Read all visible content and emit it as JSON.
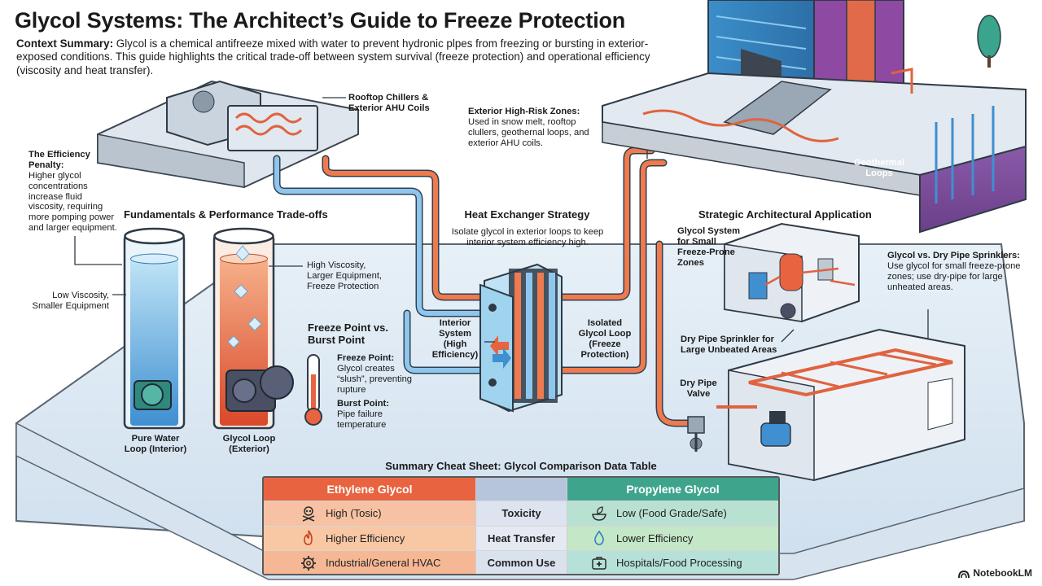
{
  "header": {
    "title": "Glycol Systems: The Architect’s Guide to Freeze Protection",
    "summary_lead": "Context Summary:",
    "summary_text": " Glycol is a chemical antifreeze mixed with water to prevent hydronic plpes from freezing or bursting in exterior-exposed conditions. This guide highlights the critical trade-off between system survival (freeze protection) and operational efficiency (viscosity and heat transfer)."
  },
  "callouts": {
    "rooftop": "Rooftop Chillers & Exterior AHU Coils",
    "efficiency_title": "The Efficiency Penalty:",
    "efficiency_text": "Higher glycol concentrations increase fluid viscosity, requiring more pomping power and larger equipment.",
    "risk_title": "Exterior High-Risk Zones:",
    "risk_text": "Used in snow melt, rooftop clullers, geothernal loops, and exterior AHU coils.",
    "geothermal": "Geothermal Loops"
  },
  "fundamentals": {
    "heading": "Fundamentals & Performance Trade-offs",
    "low_viscosity": "Low Viscosity, Smaller Equipment",
    "high_viscosity": "High Viscosity, Larger Equipment, Freeze Protection",
    "pure_water": "Pure Water Loop (Interior)",
    "glycol_loop": "Glycol Loop (Exterior)",
    "freeze_heading": "Freeze Point vs. Burst Point",
    "freeze_title": "Freeze Point:",
    "freeze_text": "Glycol creates “slush”, preventing rupture",
    "burst_title": "Burst Point:",
    "burst_text": "Pipe failure temperature"
  },
  "heat_exchanger": {
    "heading": "Heat Exchanger Strategy",
    "text": "Isolate glycol in exterior loops to keep interior system efficiency high.",
    "interior": "Interior System (High Efficiency)",
    "isolated": "Isolated Glycol Loop (Freeze Protection)"
  },
  "strategic": {
    "heading": "Strategic Architectural Application",
    "small_zones": "Glycol System for Small Freeze-Prone Zones",
    "dry_pipe_title": "Glycol vs. Dry Pipe Sprinklers:",
    "dry_pipe_text": "Use glycol for small freeze-prone zones; use dry-pipe for large unheated areas.",
    "large_areas": "Dry Pipe Sprinkler for Large Unbeated Areas",
    "valve": "Dry Pipe Valve"
  },
  "table": {
    "title": "Summary Cheat Sheet: Glycol Comparison Data Table",
    "col_left": "Ethylene Glycol",
    "col_right": "Propylene Glycol",
    "rows": [
      {
        "left": "High (Tosic)",
        "mid": "Toxicity",
        "right": "Low (Food Grade/Safe)",
        "left_icon": "skull-crossbones-icon",
        "right_icon": "leaf-bowl-icon"
      },
      {
        "left": "Higher Efficiency",
        "mid": "Heat Transfer",
        "right": "Lower Efficiency",
        "left_icon": "flame-icon",
        "right_icon": "water-drop-icon"
      },
      {
        "left": "Industrial/General HVAC",
        "mid": "Common Use",
        "right": "Hospitals/Food Processing",
        "left_icon": "gear-icon",
        "right_icon": "first-aid-kit-icon"
      }
    ],
    "colors": {
      "ethylene": "#e8633f",
      "middle": "#b6c5dc",
      "propylene": "#3ea58c"
    }
  },
  "brand": "NotebookLM"
}
